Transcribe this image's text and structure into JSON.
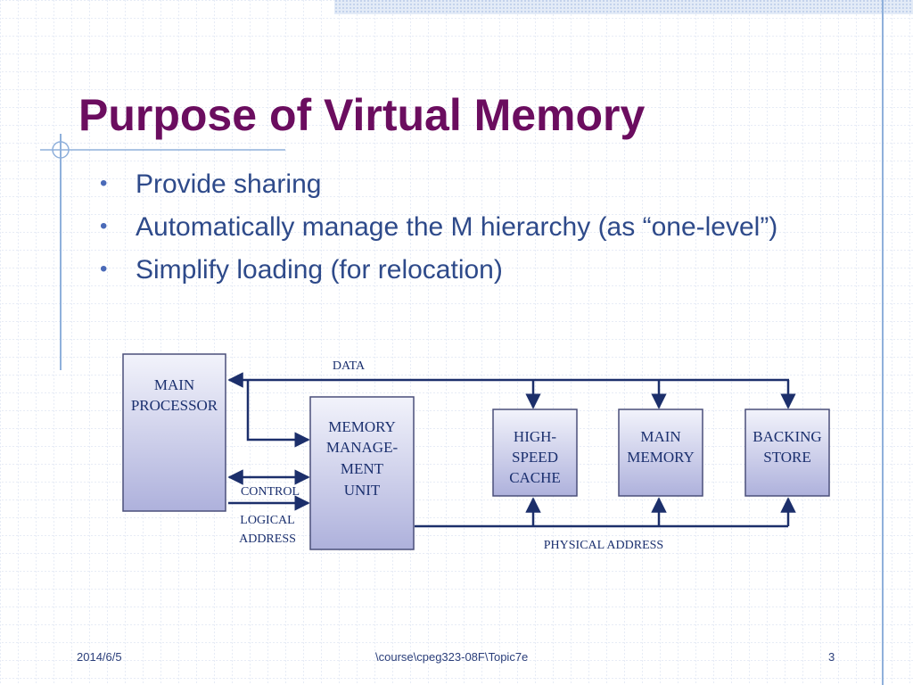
{
  "slide": {
    "title": "Purpose of Virtual Memory",
    "bullets": [
      "Provide sharing",
      "Automatically manage the M hierarchy (as “one-level”)",
      "Simplify loading (for relocation)"
    ]
  },
  "diagram": {
    "boxes": {
      "main_processor": [
        "MAIN",
        "PROCESSOR"
      ],
      "mmu": [
        "MEMORY",
        "MANAGE-",
        "MENT",
        "UNIT"
      ],
      "cache": [
        "HIGH-",
        "SPEED",
        "CACHE"
      ],
      "main_memory": [
        "MAIN",
        "MEMORY"
      ],
      "backing_store": [
        "BACKING",
        "STORE"
      ]
    },
    "labels": {
      "data": "DATA",
      "control": "CONTROL",
      "logical_address": [
        "LOGICAL",
        "ADDRESS"
      ],
      "physical_address": "PHYSICAL ADDRESS"
    }
  },
  "footer": {
    "date": "2014/6/5",
    "path": "\\course\\cpeg323-08F\\Topic7e",
    "page": "3"
  },
  "colors": {
    "title": "#6b0d5f",
    "bullet_text": "#2e4a8a",
    "diagram_line": "#1c2f6b",
    "box_fill_top": "#f2f3fb",
    "box_fill_bottom": "#aeb1dc",
    "grid": "#c9d5ea",
    "accent_line": "#8fb0db"
  }
}
